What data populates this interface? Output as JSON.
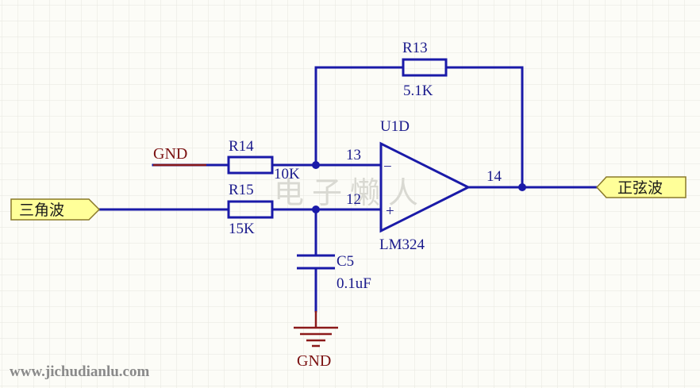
{
  "components": {
    "r13": {
      "ref": "R13",
      "value": "5.1K"
    },
    "r14": {
      "ref": "R14",
      "value": "10K"
    },
    "r15": {
      "ref": "R15",
      "value": "15K"
    },
    "c5": {
      "ref": "C5",
      "value": "0.1uF"
    },
    "u1d": {
      "ref": "U1D",
      "part": "LM324",
      "pin_inv": "13",
      "pin_noninv": "12",
      "pin_out": "14",
      "inv_sign": "−",
      "noninv_sign": "+"
    }
  },
  "nets": {
    "gnd_top": "GND",
    "gnd_bottom": "GND"
  },
  "ports": {
    "input": "三角波",
    "output": "正弦波"
  },
  "watermark": {
    "text": "电子懒人",
    "url": "www.jichudianlu.com"
  },
  "colors": {
    "wire": "#1a1aa8",
    "gnd_net": "#8b1a1a",
    "port_fill": "#ffff99",
    "grid": "#e6e6df"
  }
}
